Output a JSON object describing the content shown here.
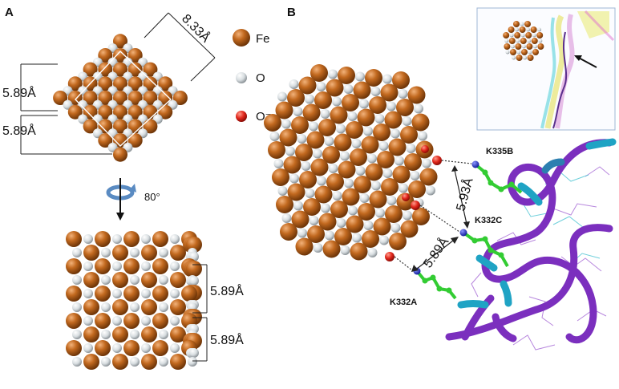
{
  "panels": {
    "a": "A",
    "b": "B"
  },
  "legend": [
    {
      "symbol": "fe-sphere",
      "label": "Fe",
      "color": "#b8651d"
    },
    {
      "symbol": "o-sphere",
      "label": "O",
      "color": "#c9c9c9"
    },
    {
      "symbol": "o-minus-sphere",
      "label": "O⁻",
      "color": "#e0261b"
    }
  ],
  "panel_a": {
    "diagonal_distance": "8.33Å",
    "top_spacing_1": "5.89Å",
    "top_spacing_2": "5.89Å",
    "rotation": "80°",
    "bottom_spacing_1": "5.89Å",
    "bottom_spacing_2": "5.89Å"
  },
  "panel_b": {
    "distance_upper": "5.93Å",
    "distance_lower": "5.89Å",
    "residues": {
      "k335b": "K335B",
      "k332c": "K332C",
      "k332a": "K332A"
    }
  },
  "colors": {
    "iron": "#b8651d",
    "oxygen": "#dfe3e6",
    "oxygen_anion": "#e0261b",
    "protein_ribbon": "#7b2fbe",
    "ribbon_cyan": "#1fa3c4",
    "lysine": "#33cc33",
    "nitrogen": "#1a2ad0"
  }
}
